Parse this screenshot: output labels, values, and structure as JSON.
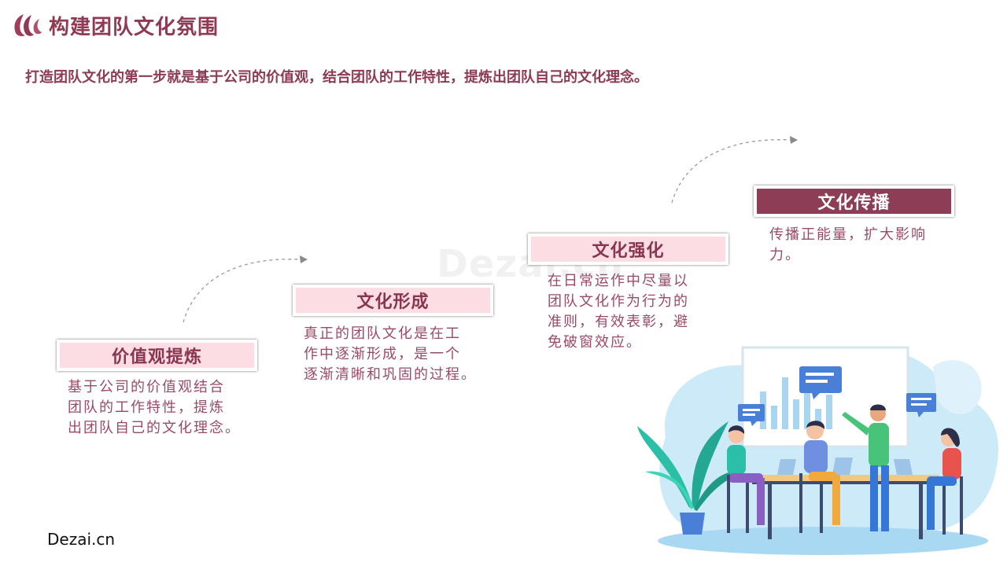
{
  "header": {
    "title": "构建团队文化氛围",
    "logo_icon": "flame-logo-icon",
    "accent_color": "#8d3a52"
  },
  "intro": "打造团队文化的第一步就是基于公司的价值观，结合团队的工作特性，提炼出团队自己的文化理念。",
  "steps": [
    {
      "title": "价值观提炼",
      "desc": [
        "基于公司的价值观结合",
        "团队的工作特性，提炼",
        "出团队自己的文化理念。"
      ]
    },
    {
      "title": "文化形成",
      "desc": [
        "真正的团队文化是在工",
        "作中逐渐形成，是一个",
        "逐渐清晰和巩固的过程。"
      ]
    },
    {
      "title": "文化强化",
      "desc": [
        "在日常运作中尽量以",
        "团队文化作为行为的",
        "准则，有效表彰，避",
        "免破窗效应。"
      ]
    },
    {
      "title": "文化传播",
      "desc": [
        "传播正能量，扩大影响",
        "力。"
      ]
    }
  ],
  "colors": {
    "step_box_light": "#fbdde3",
    "step_box_dark": "#8e3d56",
    "desc_text": "#9b4a63"
  },
  "watermark": "Dezai.cn",
  "footer": {
    "brand": "Dezai.cn"
  },
  "illustration": "team-meeting-illustration"
}
